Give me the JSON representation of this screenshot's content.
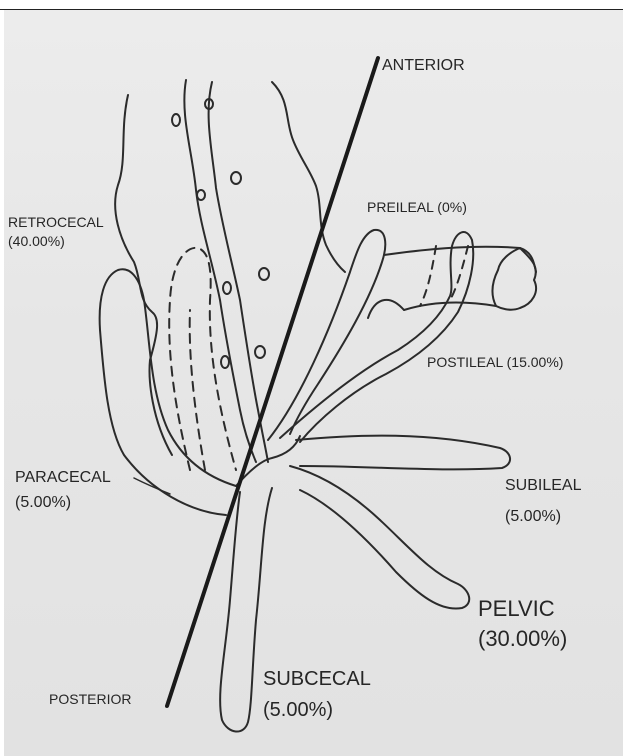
{
  "labels": {
    "anterior": "ANTERIOR",
    "posterior": "POSTERIOR",
    "retrocecal": {
      "name": "RETROCECAL",
      "value": "(40.00%)"
    },
    "preileal": "PREILEAL (0%)",
    "postileal": "POSTILEAL (15.00%)",
    "paracecal": {
      "name": "PARACECAL",
      "value": "(5.00%)"
    },
    "subileal": {
      "name": "SUBILEAL",
      "value": "(5.00%)"
    },
    "pelvic": {
      "name": "PELVIC",
      "value": "(30.00%)"
    },
    "subcecal": {
      "name": "SUBCECAL",
      "value": "(5.00%)"
    }
  },
  "colors": {
    "ink": "#2b2b2b",
    "paper": "#e8e8e8",
    "axis": "#1a1a1a"
  }
}
